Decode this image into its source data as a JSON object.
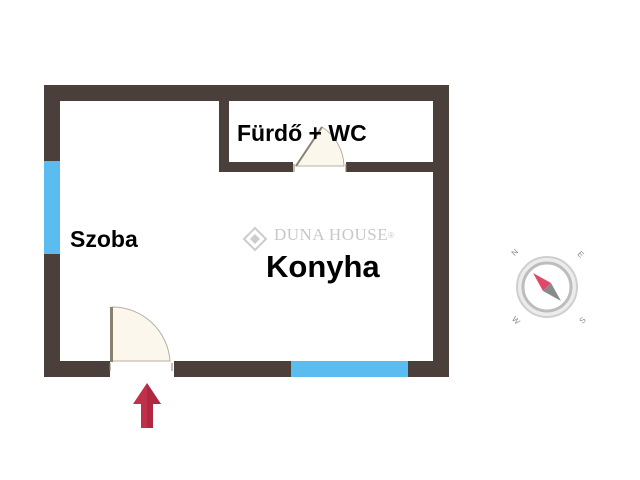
{
  "rooms": {
    "szoba": "Szoba",
    "furdo": "Fürdő + WC",
    "konyha": "Konyha"
  },
  "watermark": "DUNA HOUSE",
  "watermark_mark": "®",
  "compass": {
    "n": "N",
    "e": "E",
    "s": "S",
    "w": "W"
  },
  "colors": {
    "wall": "#4a3f3a",
    "window": "#5bbcf0",
    "door_fill": "#fbf7ec",
    "entrance_arrow": "#c0304a",
    "compass_needle": "#e0486a"
  }
}
